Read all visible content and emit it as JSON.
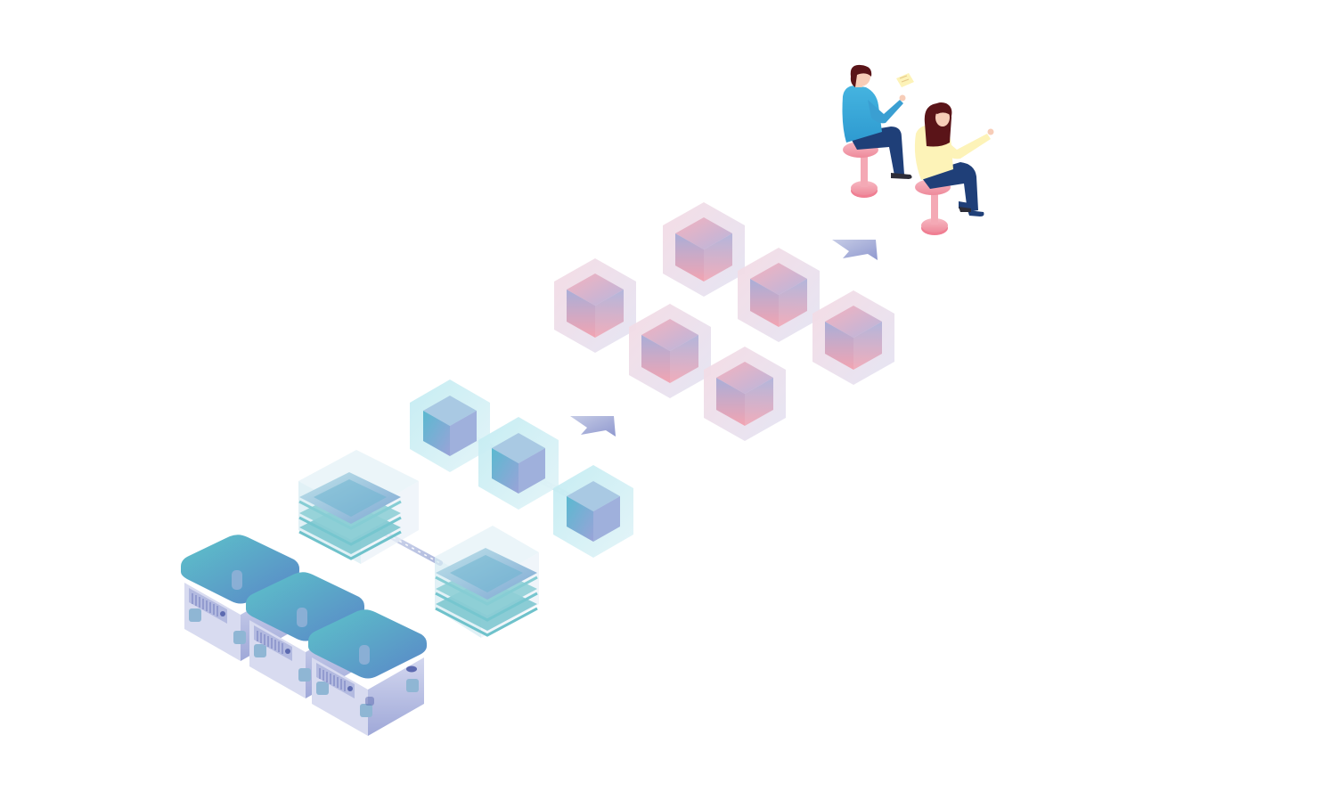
{
  "diagram": {
    "stages": [
      {
        "name": "hardware-servers",
        "count": 3
      },
      {
        "name": "data-storage-stacks",
        "count": 2
      },
      {
        "name": "processing-cubes",
        "count": 3
      },
      {
        "name": "analysis-cubes",
        "count": 6
      },
      {
        "name": "users",
        "count": 2
      }
    ],
    "arrows": [
      {
        "name": "flow-arrow-1",
        "direction": "up-right"
      },
      {
        "name": "flow-arrow-2",
        "direction": "up-right"
      }
    ],
    "colors": {
      "teal": "#4fb6c4",
      "teal_dark": "#3a8fb0",
      "server_side": "#b6bde0",
      "hex_blue_glow": "#cfeef3",
      "hex_pink_glow": "#f7e4ea",
      "cube_pink": "#f2a9b8",
      "cube_purple": "#a9acd8",
      "arrow": "#a6aed8",
      "stool": "#f29aa9",
      "shirt_blue": "#3fa9dc",
      "shirt_yellow": "#fdf3b8",
      "pants": "#1f3f78",
      "hair": "#5a1418",
      "skin": "#f7cdb8"
    }
  }
}
